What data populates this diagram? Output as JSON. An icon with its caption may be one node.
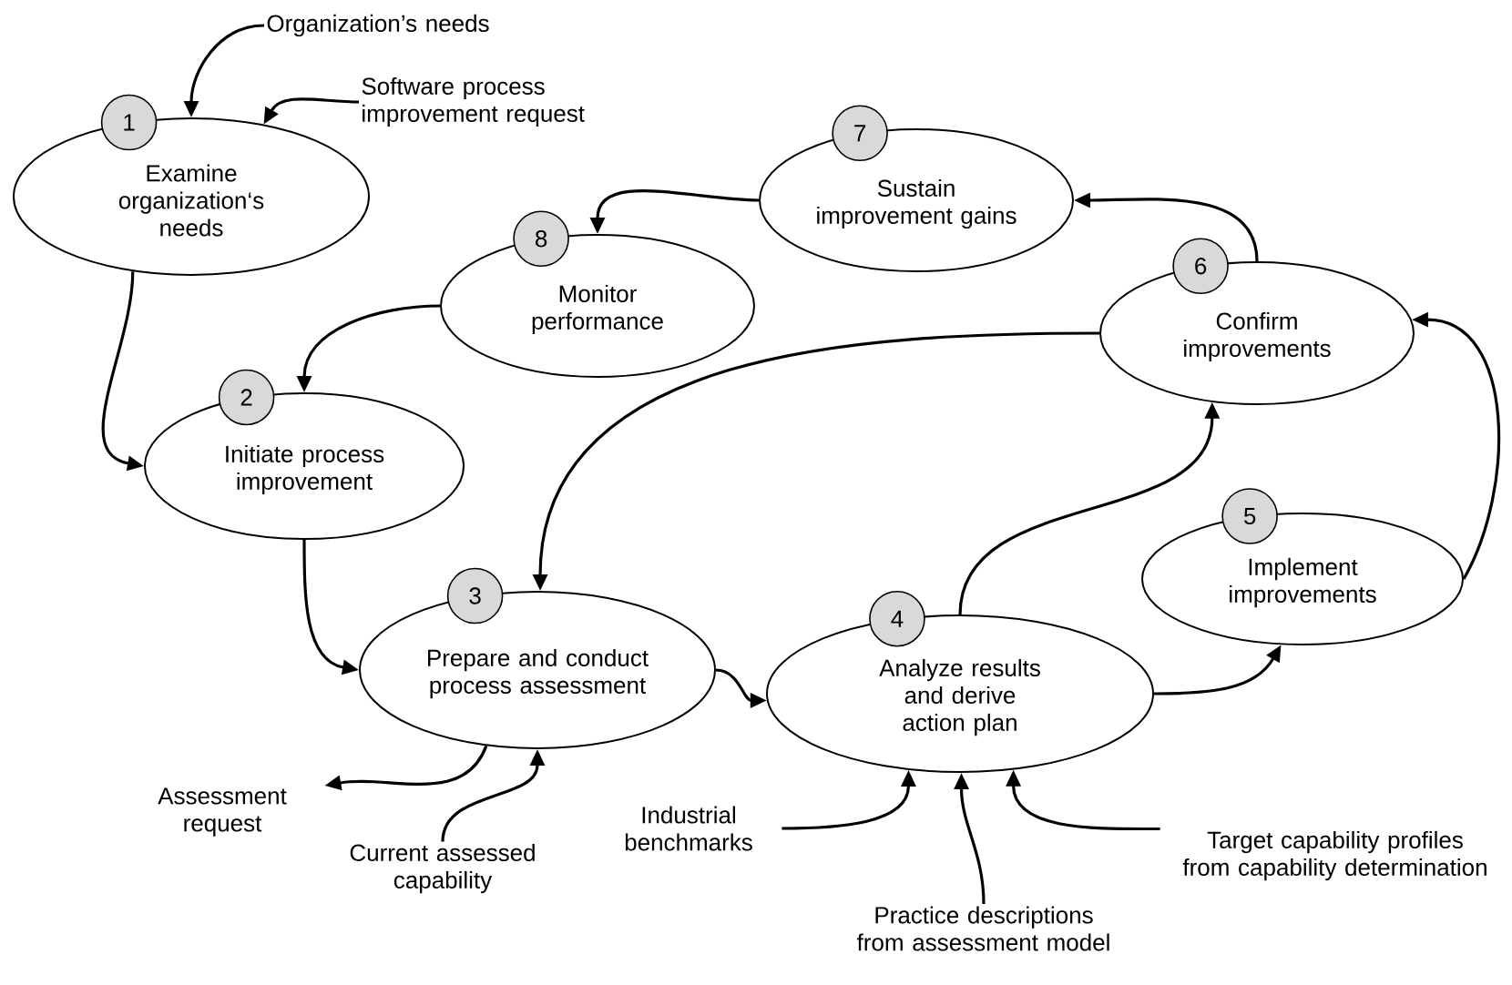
{
  "diagram": {
    "nodes": [
      {
        "text": [
          "1",
          "Examine organization‘s needs"
        ]
      },
      {
        "text": [
          "2",
          "Initiate process improvement"
        ]
      },
      {
        "text": [
          "3",
          "Prepare and conduct process assessment"
        ]
      },
      {
        "text": [
          "4",
          "Analyze results and derive action plan"
        ]
      },
      {
        "text": [
          "5",
          "Implement improvements"
        ]
      },
      {
        "text": [
          "6",
          "Confirm improvements"
        ]
      },
      {
        "text": [
          "7",
          "Sustain improvement gains"
        ]
      },
      {
        "text": [
          "8",
          "Monitor performance"
        ]
      },
      {
        "text": [
          "Organization’s needs"
        ]
      },
      {
        "text": [
          "Software process improvement request"
        ]
      },
      {
        "text": [
          "Assessment request"
        ]
      },
      {
        "text": [
          "Current assessed capability"
        ]
      },
      {
        "text": [
          "Industrial benchmarks"
        ]
      },
      {
        "text": [
          "Practice descriptions from assessment model"
        ]
      },
      {
        "text": [
          "Target capability profiles from capability determination"
        ]
      }
    ],
    "edges": [
      {
        "from": 8,
        "to": 0,
        "arrow": "to"
      },
      {
        "from": 9,
        "to": 0,
        "arrow": "to"
      },
      {
        "from": 0,
        "to": 1,
        "arrow": "to"
      },
      {
        "from": 7,
        "to": 1,
        "arrow": "to"
      },
      {
        "from": 1,
        "to": 2,
        "arrow": "to"
      },
      {
        "from": 5,
        "to": 2,
        "arrow": "to"
      },
      {
        "from": 2,
        "to": 3,
        "arrow": "to"
      },
      {
        "from": 3,
        "to": 4,
        "arrow": "to"
      },
      {
        "from": 3,
        "to": 5,
        "arrow": "to"
      },
      {
        "from": 4,
        "to": 5,
        "arrow": "to"
      },
      {
        "from": 5,
        "to": 6,
        "arrow": "to"
      },
      {
        "from": 6,
        "to": 7,
        "arrow": "to"
      },
      {
        "from": 2,
        "to": 10,
        "arrow": "to"
      },
      {
        "from": 11,
        "to": 2,
        "arrow": "to"
      },
      {
        "from": 12,
        "to": 3,
        "arrow": "to"
      },
      {
        "from": 13,
        "to": 3,
        "arrow": "to"
      },
      {
        "from": 14,
        "to": 3,
        "arrow": "to"
      }
    ]
  }
}
